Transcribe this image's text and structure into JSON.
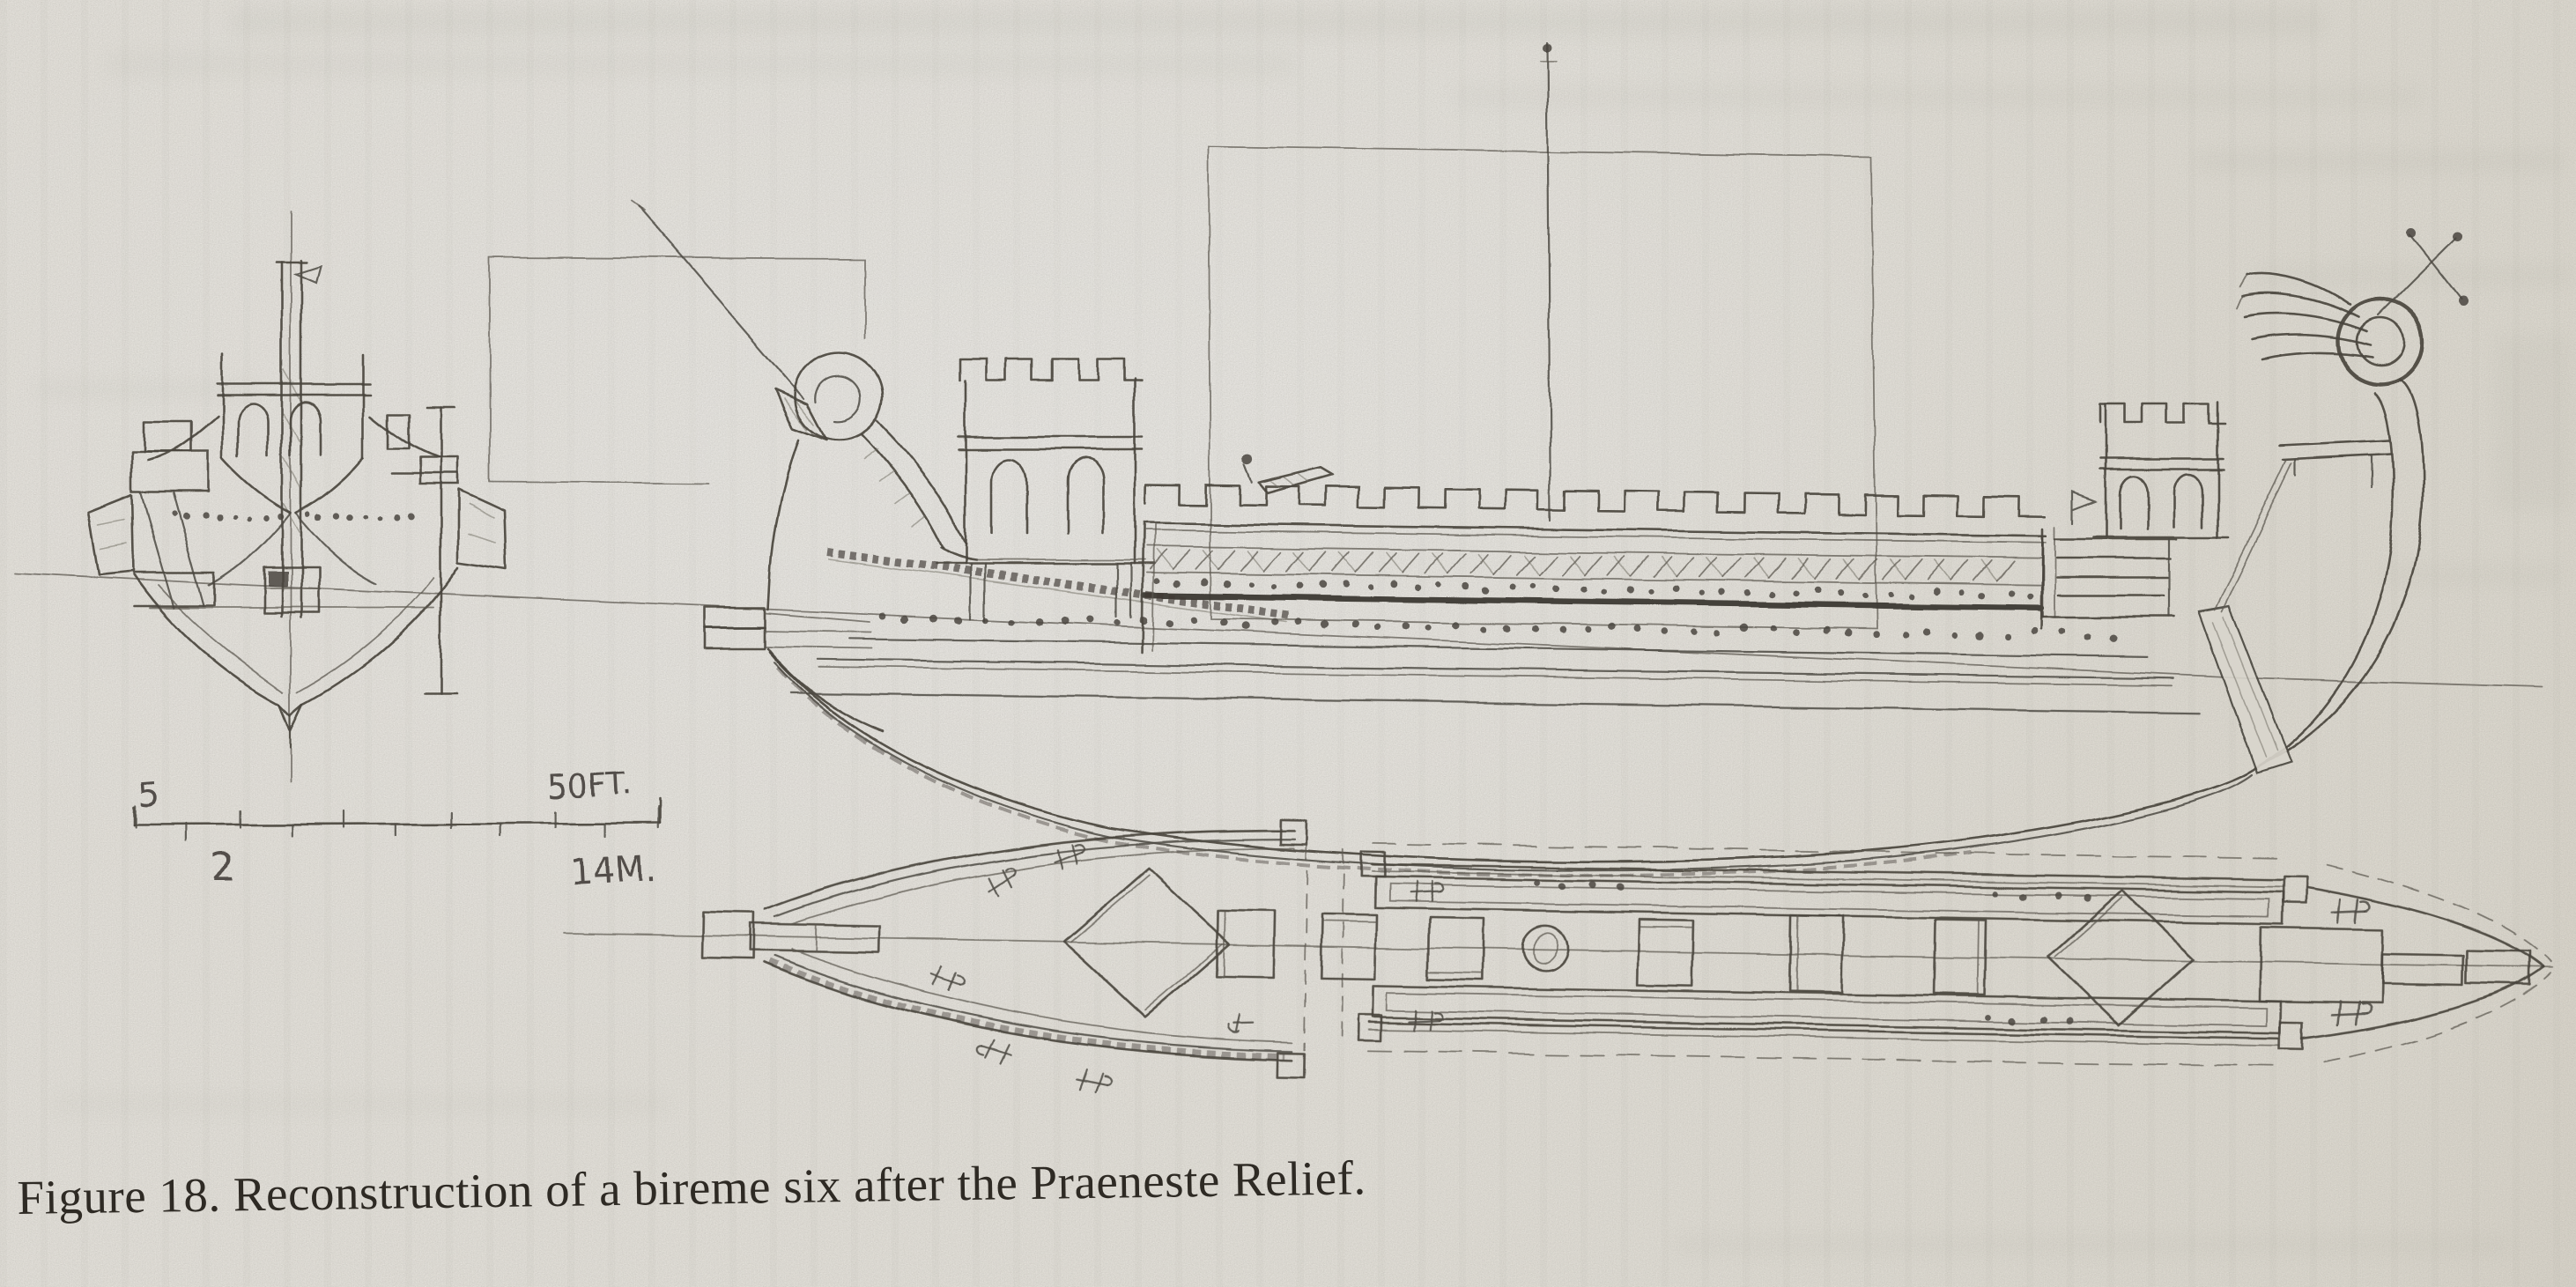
{
  "figure": {
    "caption": "Figure 18. Reconstruction of a bireme six after the Praeneste Relief."
  },
  "scale_bar": {
    "feet_small": "5",
    "meters_small": "2",
    "feet_total": "50FT.",
    "meters_total": "14M."
  },
  "colors": {
    "paper": "#f2efe8",
    "pencil": "#49453e",
    "caption_ink": "#2e2a24"
  }
}
